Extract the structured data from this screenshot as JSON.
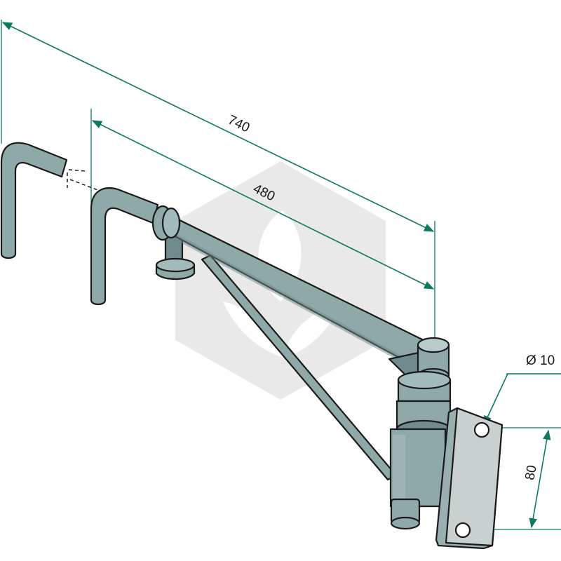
{
  "dimensions": {
    "overall_length": "740",
    "arm_length": "480",
    "hole_diameter": "Ø 10",
    "hole_spacing": "80"
  },
  "colors": {
    "metal": "#8fa9a9",
    "metal_dark": "#6f8b8b",
    "plate": "#c8d0d0",
    "dimension": "#0d7a5f",
    "outline": "#1a1a1a",
    "watermark": "#e9e9e9"
  },
  "icons": {
    "watermark": "leaf-hexagon-watermark-icon"
  }
}
